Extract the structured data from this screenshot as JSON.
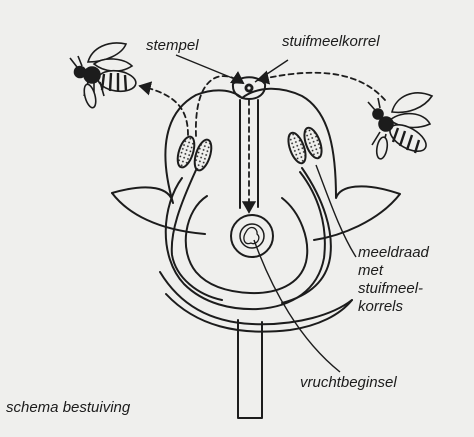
{
  "labels": {
    "stempel": "stempel",
    "stuifmeelkorrel": "stuifmeelkorrel",
    "meeldraad_line1": "meeldraad",
    "meeldraad_line2": "met",
    "meeldraad_line3": "stuifmeel-",
    "meeldraad_line4": "korrels",
    "vruchtbeginsel": "vruchtbeginsel",
    "caption": "schema bestuiving"
  },
  "colors": {
    "ink": "#1c1c1c",
    "paper": "#efefed"
  },
  "icons": [
    "bee-left-icon",
    "bee-right-icon",
    "pollen-grain-icon"
  ]
}
